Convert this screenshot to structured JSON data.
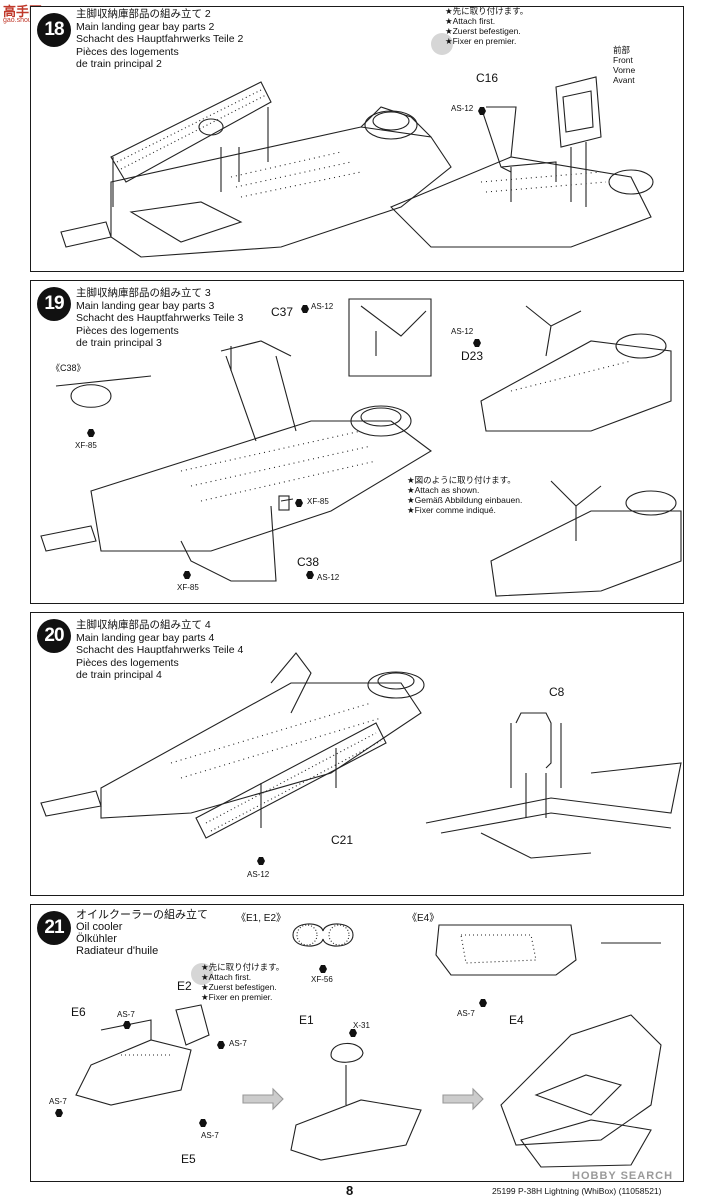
{
  "header_logo": {
    "main": "高手网",
    "sub": "gao.shou.com"
  },
  "steps": [
    {
      "number": "18",
      "title_lines": [
        "主脚収納庫部品の組み立て 2",
        "Main landing gear bay parts 2",
        "Schacht des Hauptfahrwerks Teile 2",
        "Pièces des logements",
        "de train principal 2"
      ],
      "note_lines": [
        "★先に取り付けます。",
        "★Attach first.",
        "★Zuerst befestigen.",
        "★Fixer en premier."
      ],
      "part_labels": {
        "c16": "C16",
        "as12": "AS-12"
      },
      "direction_lines": [
        "前部",
        "Front",
        "Vorne",
        "Avant"
      ]
    },
    {
      "number": "19",
      "title_lines": [
        "主脚収納庫部品の組み立て 3",
        "Main landing gear bay parts 3",
        "Schacht des Hauptfahrwerks Teile 3",
        "Pièces des logements",
        "de train principal 3"
      ],
      "part_labels": {
        "c37": "C37",
        "as12_a": "AS-12",
        "c38_ref": "《C38》",
        "xf85_a": "XF-85",
        "as12_b": "AS-12",
        "d23": "D23",
        "xf85_b": "XF-85",
        "c38": "C38",
        "as12_c": "AS-12",
        "xf85_c": "XF-85"
      },
      "note_lines": [
        "★図のように取り付けます。",
        "★Attach as shown.",
        "★Gemäß Abbildung einbauen.",
        "★Fixer comme indiqué."
      ]
    },
    {
      "number": "20",
      "title_lines": [
        "主脚収納庫部品の組み立て 4",
        "Main landing gear bay parts 4",
        "Schacht des Hauptfahrwerks Teile 4",
        "Pièces des logements",
        "de train principal 4"
      ],
      "part_labels": {
        "c8": "C8",
        "c21": "C21",
        "as12": "AS-12"
      }
    },
    {
      "number": "21",
      "title_lines": [
        "オイルクーラーの組み立て",
        "Oil cooler",
        "Ölkühler",
        "Radiateur d'huile"
      ],
      "part_labels": {
        "e12_ref": "《E1, E2》",
        "e4_ref": "《E4》",
        "xf56": "XF-56",
        "as7_a": "AS-7",
        "e2": "E2",
        "e6": "E6",
        "as7_b": "AS-7",
        "as7_c": "AS-7",
        "as7_d": "AS-7",
        "e5": "E5",
        "as7_e": "AS-7",
        "e1": "E1",
        "x31": "X-31",
        "e4": "E4"
      },
      "note_lines": [
        "★先に取り付けます。",
        "★Attach first.",
        "★Zuerst befestigen.",
        "★Fixer en premier."
      ]
    }
  ],
  "footer": {
    "page_number": "8",
    "product": "25199 P-38H Lightning (WhiBox) (11058521)",
    "watermark": "HOBBY SEARCH"
  }
}
